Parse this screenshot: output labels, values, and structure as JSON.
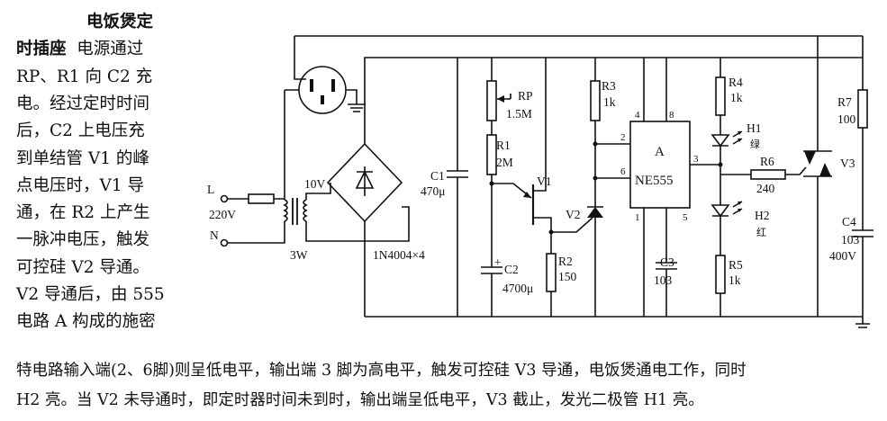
{
  "left_text": [
    {
      "bold": "电饭煲定",
      "rest": "",
      "indent": true
    },
    {
      "bold": "时插座",
      "rest": "  电源通过",
      "indent": false
    },
    {
      "bold": "",
      "rest": "RP、R1 向 C2 充",
      "indent": false
    },
    {
      "bold": "",
      "rest": "电。经过定时时间",
      "indent": false
    },
    {
      "bold": "",
      "rest": "后，C2 上电压充",
      "indent": false
    },
    {
      "bold": "",
      "rest": "到单结管 V1 的峰",
      "indent": false
    },
    {
      "bold": "",
      "rest": "点电压时，V1 导",
      "indent": false
    },
    {
      "bold": "",
      "rest": "通，在 R2 上产生",
      "indent": false
    },
    {
      "bold": "",
      "rest": "一脉冲电压，触发",
      "indent": false
    },
    {
      "bold": "",
      "rest": "可控硅 V2 导通。",
      "indent": false
    },
    {
      "bold": "",
      "rest": "V2 导通后，由 555",
      "indent": false
    },
    {
      "bold": "",
      "rest": "电路 A 构成的施密",
      "indent": false
    }
  ],
  "bottom_text": [
    "特电路输入端(2、6脚)则呈低电平，输出端 3 脚为高电平，触发可控硅 V3 导通，电饭煲通电工作，同时",
    "H2 亮。当 V2 未导通时，即定时器时间未到时，输出端呈低电平，V3 截止，发光二极管 H1 亮。"
  ],
  "labels": {
    "L": "L",
    "N": "N",
    "mains": "220V",
    "tv": "10V",
    "tw": "3W",
    "bridge": "1N4004×4",
    "C1": "C1",
    "C1v": "470μ",
    "RP": "RP",
    "RPv": "1.5M",
    "R1": "R1",
    "R1v": "2M",
    "V1": "V1",
    "C2": "C2",
    "C2v": "4700μ",
    "plus": "+",
    "R2": "R2",
    "R2v": "150",
    "R3": "R3",
    "R3v": "1k",
    "V2": "V2",
    "chipA": "A",
    "chipName": "NE555",
    "p4": "4",
    "p8": "8",
    "p2": "2",
    "p6": "6",
    "p3": "3",
    "p1": "1",
    "p5": "5",
    "C3": "C3",
    "C3v": "103",
    "R4": "R4",
    "R4v": "1k",
    "H1": "H1",
    "H1c": "绿",
    "H2": "H2",
    "H2c": "红",
    "R5": "R5",
    "R5v": "1k",
    "R6": "R6",
    "R6v": "240",
    "V3": "V3",
    "R7": "R7",
    "R7v": "100",
    "C4": "C4",
    "C4v1": "103",
    "C4v2": "400V"
  }
}
